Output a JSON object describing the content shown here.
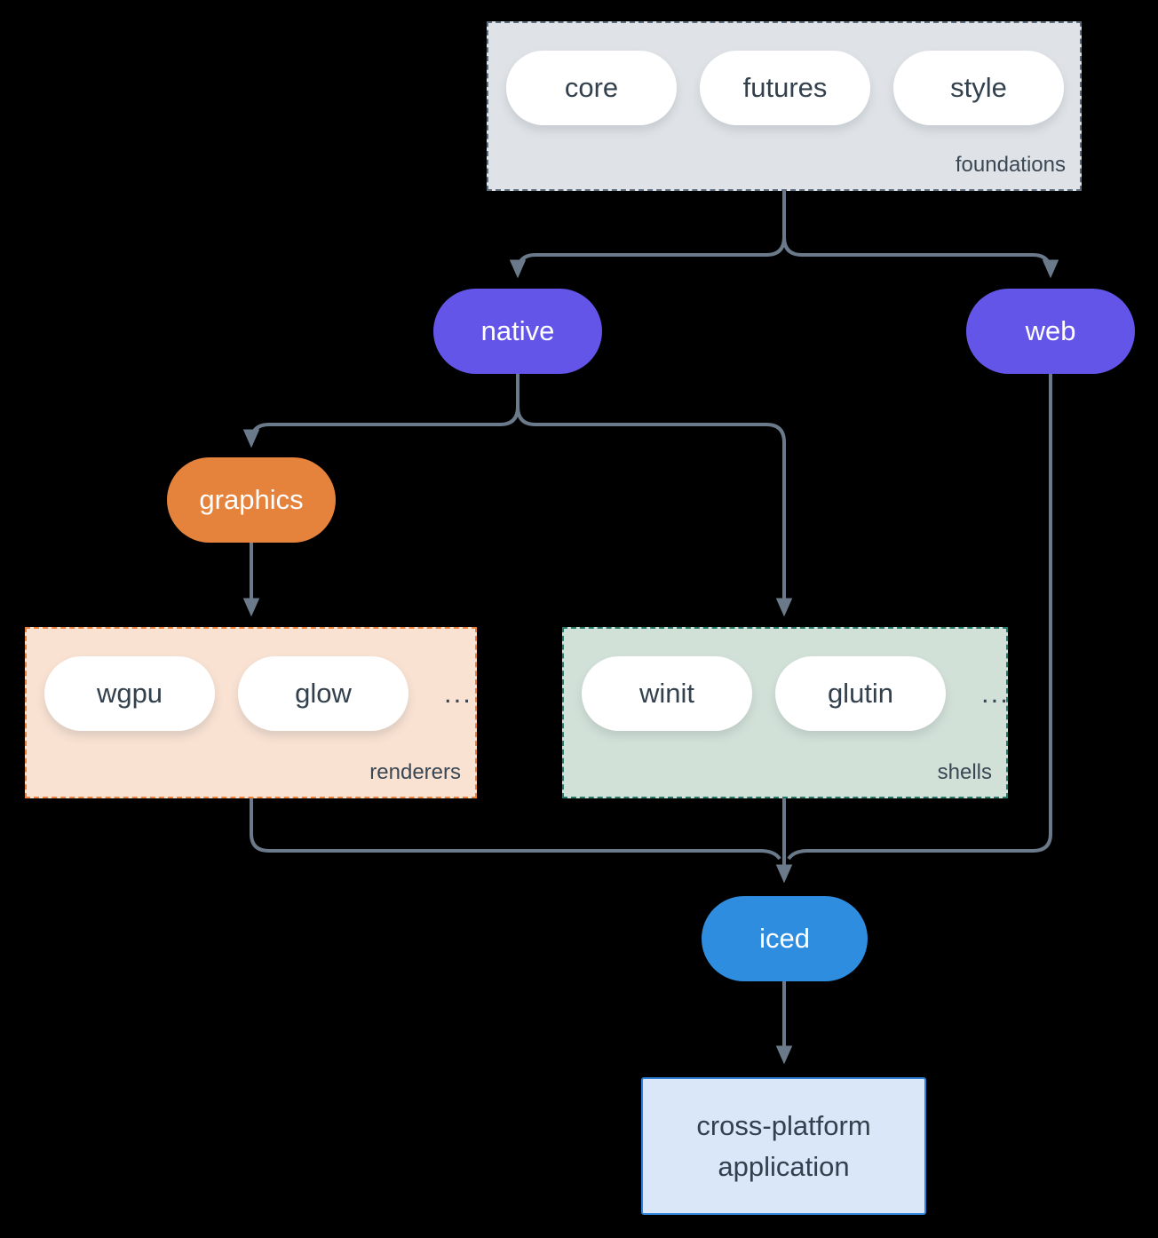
{
  "diagram": {
    "background_color": "#000000",
    "edge_color": "#6b7a8a",
    "text_dark_color": "#33404d",
    "groups": {
      "foundations": {
        "label": "foundations",
        "items": [
          "core",
          "futures",
          "style"
        ],
        "fill": "#dfe3e7",
        "border_color": "#5c6c7c"
      },
      "renderers": {
        "label": "renderers",
        "items": [
          "wgpu",
          "glow"
        ],
        "ellipsis": "...",
        "fill": "#f9e2d2",
        "border_color": "#e8823c"
      },
      "shells": {
        "label": "shells",
        "items": [
          "winit",
          "glutin"
        ],
        "ellipsis": "...",
        "fill": "#d2e1d8",
        "border_color": "#27796a"
      }
    },
    "nodes": {
      "native": {
        "label": "native",
        "fill": "#6355e8",
        "text_color": "#ffffff"
      },
      "web": {
        "label": "web",
        "fill": "#6355e8",
        "text_color": "#ffffff"
      },
      "graphics": {
        "label": "graphics",
        "fill": "#e5833c",
        "text_color": "#ffffff"
      },
      "iced": {
        "label": "iced",
        "fill": "#2f8de0",
        "text_color": "#ffffff"
      },
      "application": {
        "label_line1": "cross-platform",
        "label_line2": "application",
        "fill": "#d9e7f8",
        "border_color": "#2e82d8"
      }
    },
    "edges": [
      {
        "from": "foundations",
        "to": "native"
      },
      {
        "from": "foundations",
        "to": "web"
      },
      {
        "from": "native",
        "to": "graphics"
      },
      {
        "from": "native",
        "to": "shells"
      },
      {
        "from": "graphics",
        "to": "renderers"
      },
      {
        "from": "renderers",
        "to": "iced"
      },
      {
        "from": "shells",
        "to": "iced"
      },
      {
        "from": "web",
        "to": "iced"
      },
      {
        "from": "iced",
        "to": "application"
      }
    ]
  }
}
